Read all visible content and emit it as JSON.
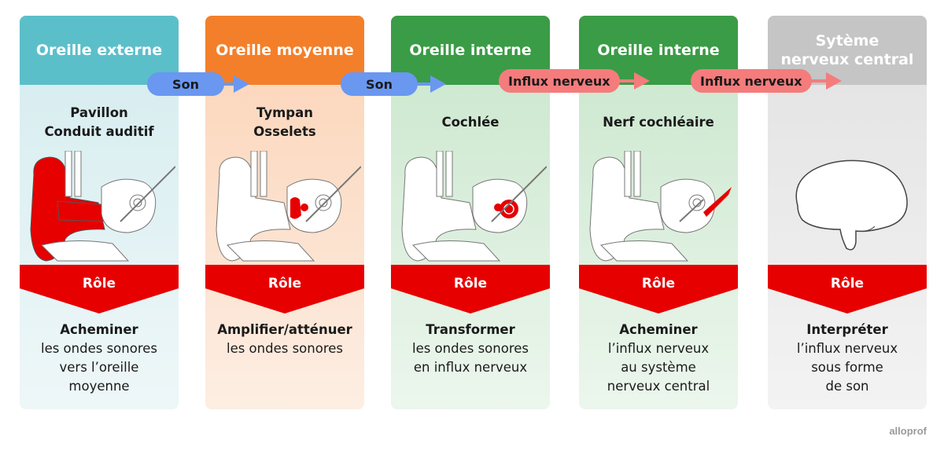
{
  "colors": {
    "blue_header": "#5bbfc9",
    "orange_header": "#f47f2a",
    "green_header": "#3a9c46",
    "gray_header": "#c5c5c5",
    "role_red": "#e60000",
    "son_arrow": "#6a97f0",
    "influx_arrow": "#f47c7c"
  },
  "panels": [
    {
      "header": "Oreille externe",
      "parts": [
        "Pavillon",
        "Conduit auditif"
      ],
      "role_label": "Rôle",
      "role_verb": "Acheminer",
      "role_lines": [
        "les ondes sonores",
        "vers l’oreille",
        "moyenne"
      ]
    },
    {
      "header": "Oreille moyenne",
      "parts": [
        "Tympan",
        "Osselets"
      ],
      "role_label": "Rôle",
      "role_verb": "Amplifier/atténuer",
      "role_lines": [
        "les ondes sonores"
      ]
    },
    {
      "header": "Oreille interne",
      "parts": [
        "Cochlée"
      ],
      "role_label": "Rôle",
      "role_verb": "Transformer",
      "role_lines": [
        "les ondes sonores",
        "en influx nerveux"
      ]
    },
    {
      "header": "Oreille interne",
      "parts": [
        "Nerf cochléaire"
      ],
      "role_label": "Rôle",
      "role_verb": "Acheminer",
      "role_lines": [
        "l’influx nerveux",
        "au système",
        "nerveux central"
      ]
    },
    {
      "header": "Sytème nerveux central",
      "parts": [],
      "role_label": "Rôle",
      "role_verb": "Interpréter",
      "role_lines": [
        "l’influx nerveux",
        "sous forme",
        "de son"
      ]
    }
  ],
  "arrows": [
    {
      "label": "Son",
      "kind": "son"
    },
    {
      "label": "Son",
      "kind": "son"
    },
    {
      "label": "Influx nerveux",
      "kind": "influx"
    },
    {
      "label": "Influx nerveux",
      "kind": "influx"
    }
  ],
  "logo": "alloprof"
}
